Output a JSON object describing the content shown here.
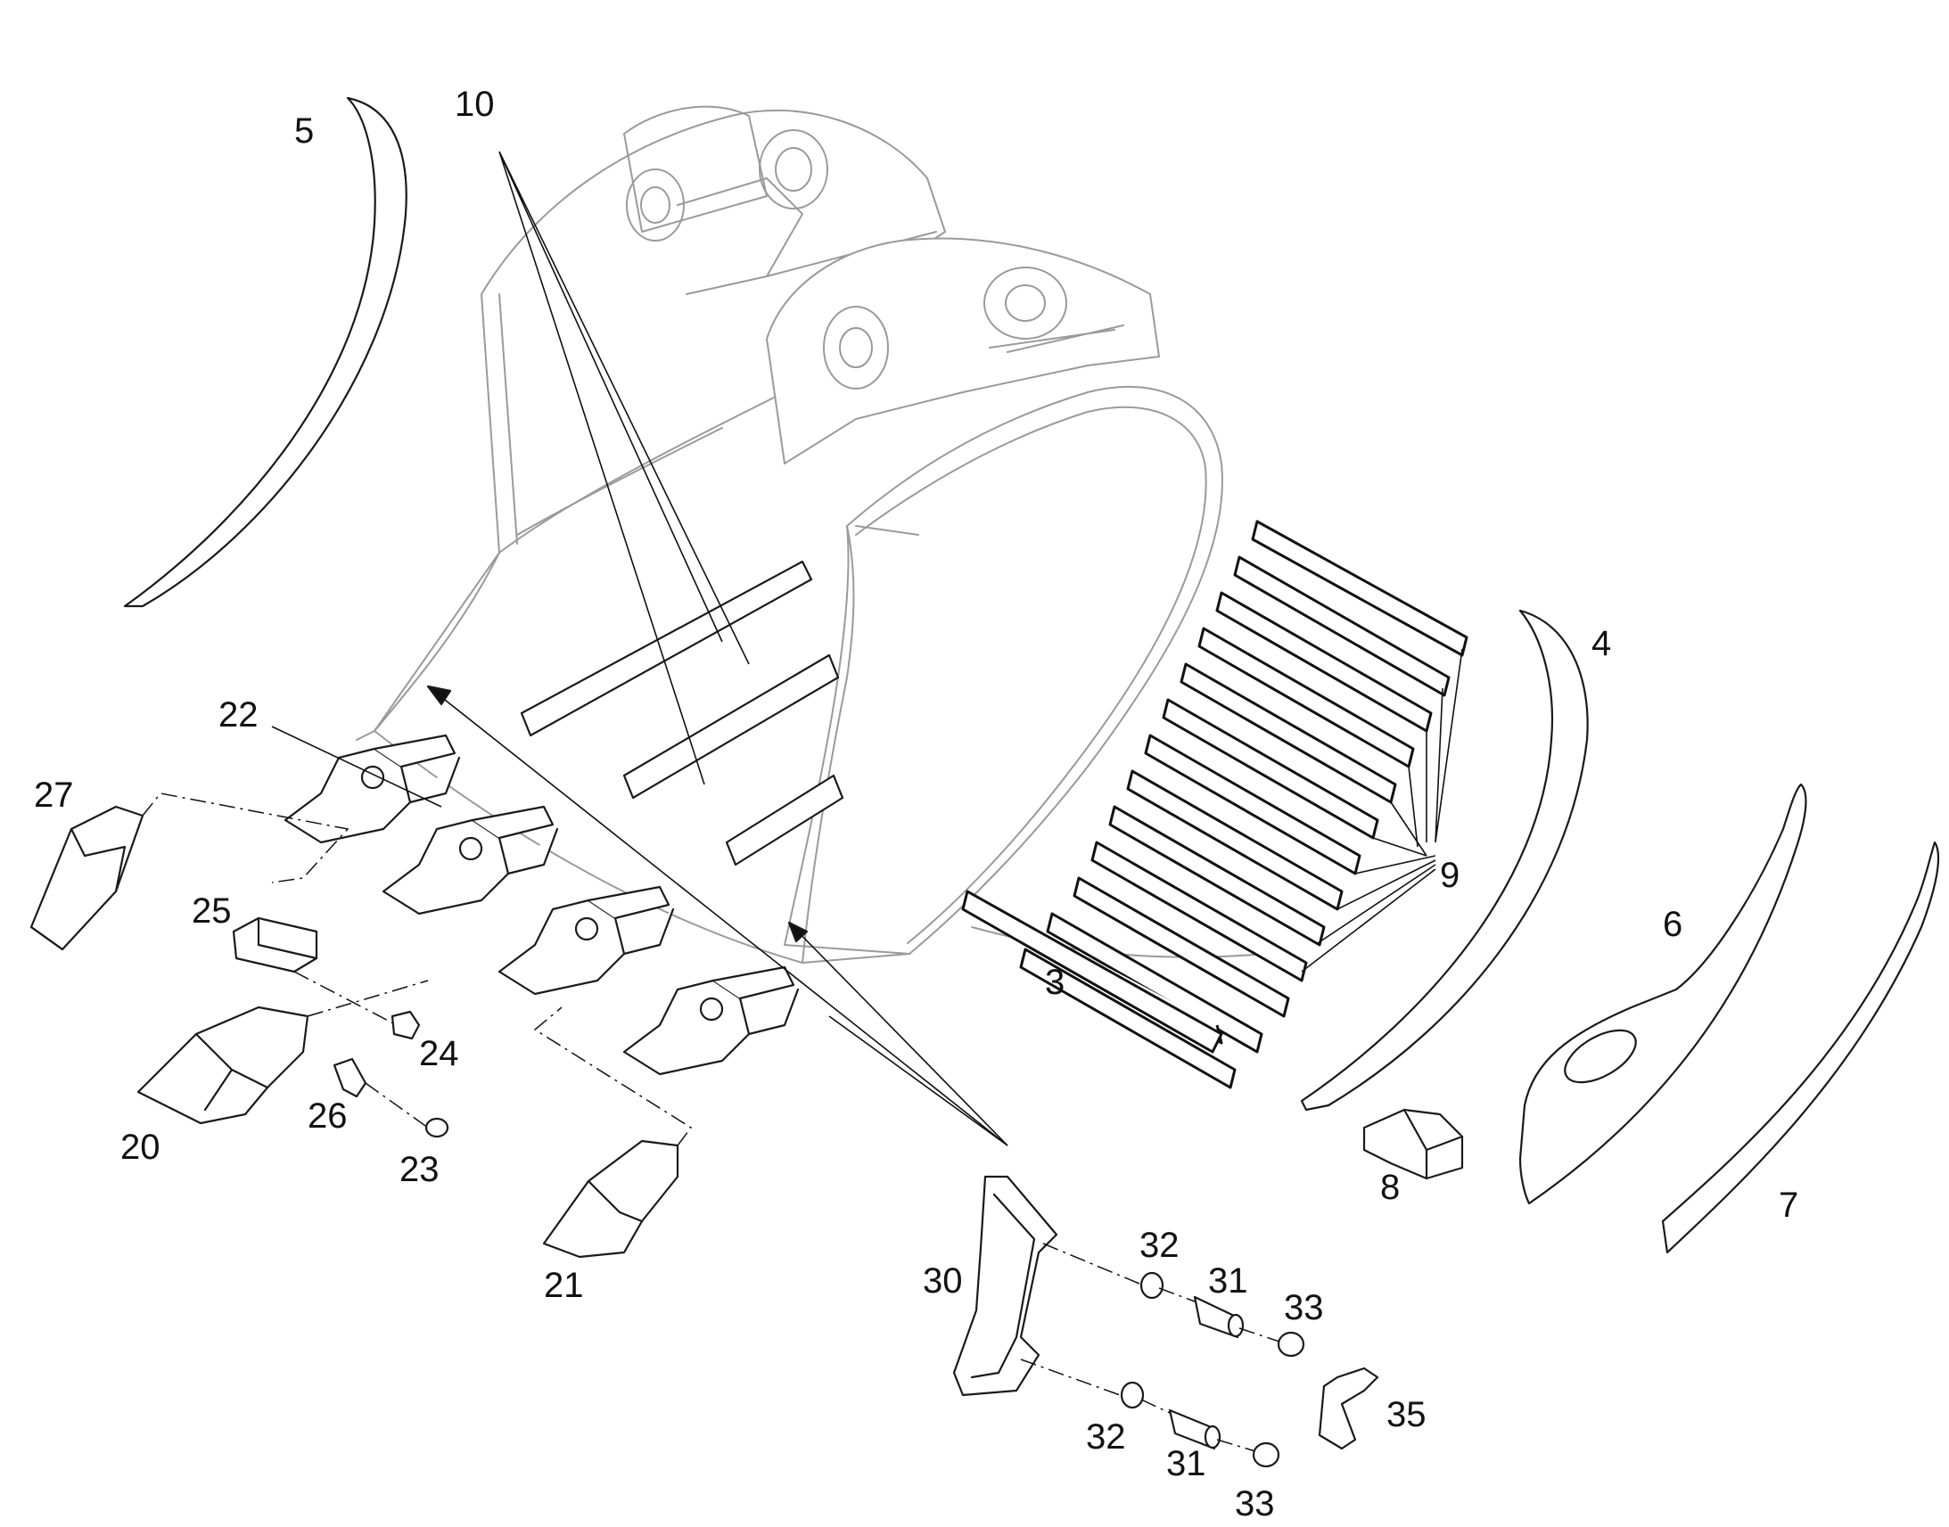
{
  "callouts": [
    {
      "id": "c3",
      "text": "3"
    },
    {
      "id": "c4",
      "text": "4"
    },
    {
      "id": "c5",
      "text": "5"
    },
    {
      "id": "c6",
      "text": "6"
    },
    {
      "id": "c7",
      "text": "7"
    },
    {
      "id": "c8",
      "text": "8"
    },
    {
      "id": "c9",
      "text": "9"
    },
    {
      "id": "c10",
      "text": "10"
    },
    {
      "id": "c20",
      "text": "20"
    },
    {
      "id": "c21",
      "text": "21"
    },
    {
      "id": "c22",
      "text": "22"
    },
    {
      "id": "c23",
      "text": "23"
    },
    {
      "id": "c24",
      "text": "24"
    },
    {
      "id": "c25",
      "text": "25"
    },
    {
      "id": "c26",
      "text": "26"
    },
    {
      "id": "c27",
      "text": "27"
    },
    {
      "id": "c30",
      "text": "30"
    },
    {
      "id": "c31a",
      "text": "31"
    },
    {
      "id": "c31b",
      "text": "31"
    },
    {
      "id": "c32a",
      "text": "32"
    },
    {
      "id": "c32b",
      "text": "32"
    },
    {
      "id": "c33a",
      "text": "33"
    },
    {
      "id": "c33b",
      "text": "33"
    },
    {
      "id": "c35",
      "text": "35"
    }
  ],
  "colors": {
    "line": "#1a1a1a",
    "ghost": "#9a9a9a",
    "background": "#ffffff"
  }
}
